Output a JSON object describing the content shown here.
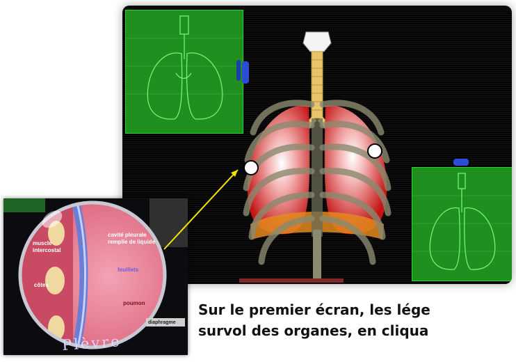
{
  "inset": {
    "labels": {
      "muscle_intercostal": "muscle\nintercostal",
      "cotes": "côtes",
      "cavite_pleurale": "cavité pleurale\nremplie de liquide",
      "feuillets": "feuillets",
      "poumon": "poumon",
      "diaphragme": "diaphragme",
      "plevre": "Plèvre"
    }
  },
  "caption": {
    "line1": "Sur le premier écran, les lége",
    "line2": "survol des organes, en cliqua",
    "line3": "            "
  },
  "icons": {
    "hotspot_left": "hotspot-circle-icon",
    "hotspot_right": "hotspot-circle-icon"
  },
  "colors": {
    "screen_bg": "#050505",
    "thumb_green": "#1f8f1f",
    "wire_green": "#7dff7d",
    "pointer_yellow": "#f2e600",
    "lung_red": "#d81a1a"
  }
}
